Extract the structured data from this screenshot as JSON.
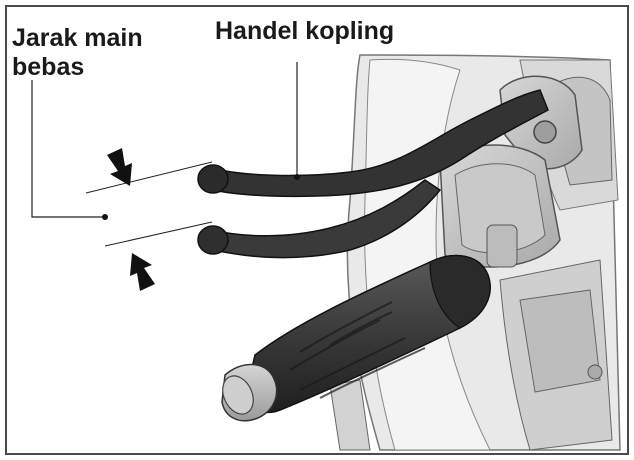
{
  "diagram": {
    "labels": {
      "free_play": [
        "Jarak main",
        "bebas"
      ],
      "clutch_lever": "Handel kopling"
    }
  },
  "colors": {
    "border": "#4a4a4a",
    "background": "#ffffff",
    "lever": "#2e2e2e",
    "grip": "#3a3a3a",
    "body_light": "#e2e2e2",
    "body_mid": "#b5b5b5",
    "leader_line": "#222222"
  }
}
